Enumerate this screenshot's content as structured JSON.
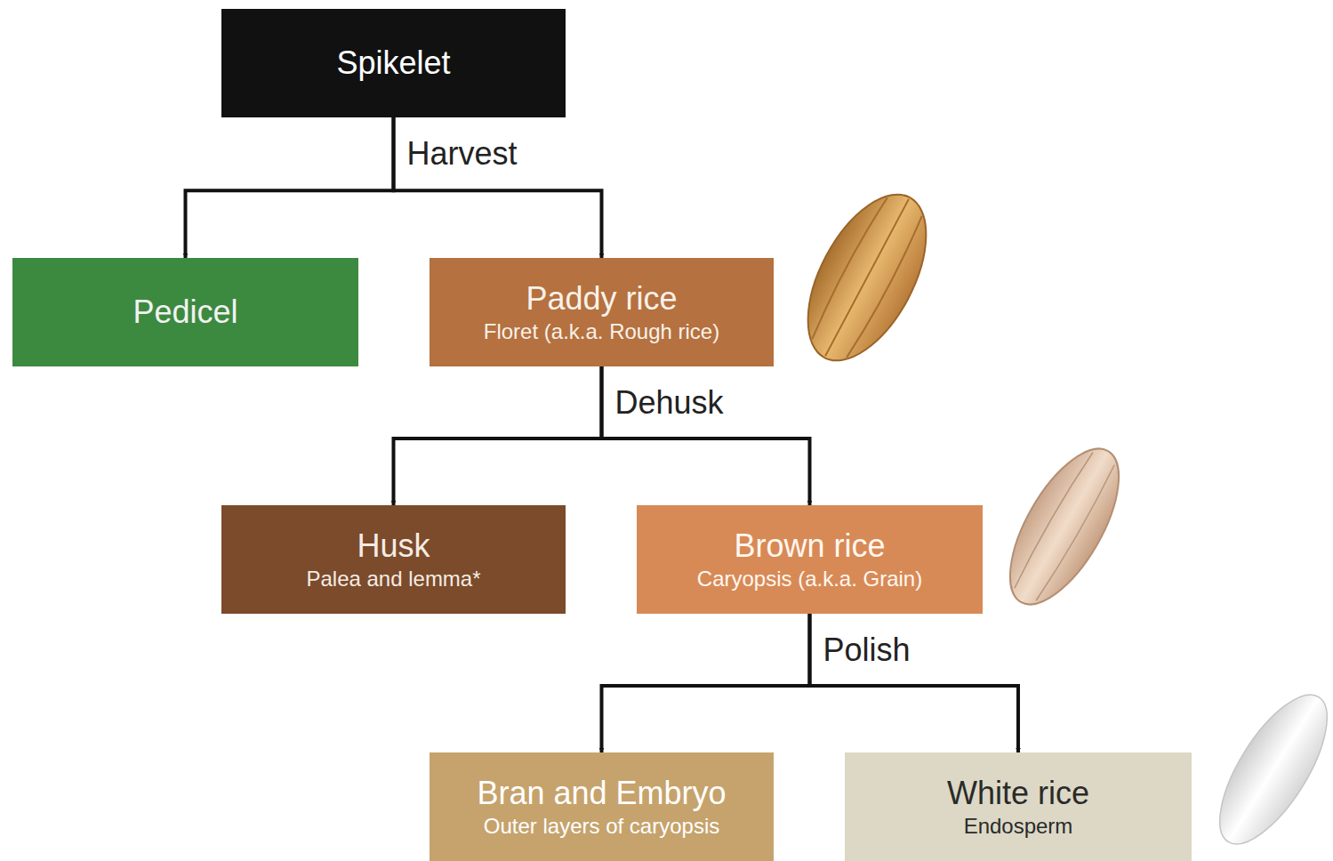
{
  "diagram": {
    "nodes": [
      {
        "text": [
          "Spikelet"
        ]
      },
      {
        "text": [
          "Pedicel"
        ]
      },
      {
        "text": [
          "Paddy rice",
          "Floret (a.k.a. Rough rice)"
        ]
      },
      {
        "text": [
          "Husk",
          "Palea and lemma*"
        ]
      },
      {
        "text": [
          "Brown rice",
          "Caryopsis (a.k.a. Grain)"
        ]
      },
      {
        "text": [
          "Bran and Embryo",
          "Outer layers of caryopsis"
        ]
      },
      {
        "text": [
          "White rice",
          "Endosperm"
        ]
      }
    ],
    "edges": [
      {
        "from": 0,
        "to": 1,
        "arrow": "to",
        "label": "Harvest"
      },
      {
        "from": 0,
        "to": 2,
        "arrow": "to"
      },
      {
        "from": 2,
        "to": 3,
        "arrow": "to",
        "label": "Dehusk"
      },
      {
        "from": 2,
        "to": 4,
        "arrow": "to"
      },
      {
        "from": 4,
        "to": 5,
        "arrow": "to",
        "label": "Polish"
      },
      {
        "from": 4,
        "to": 6,
        "arrow": "to"
      }
    ]
  }
}
